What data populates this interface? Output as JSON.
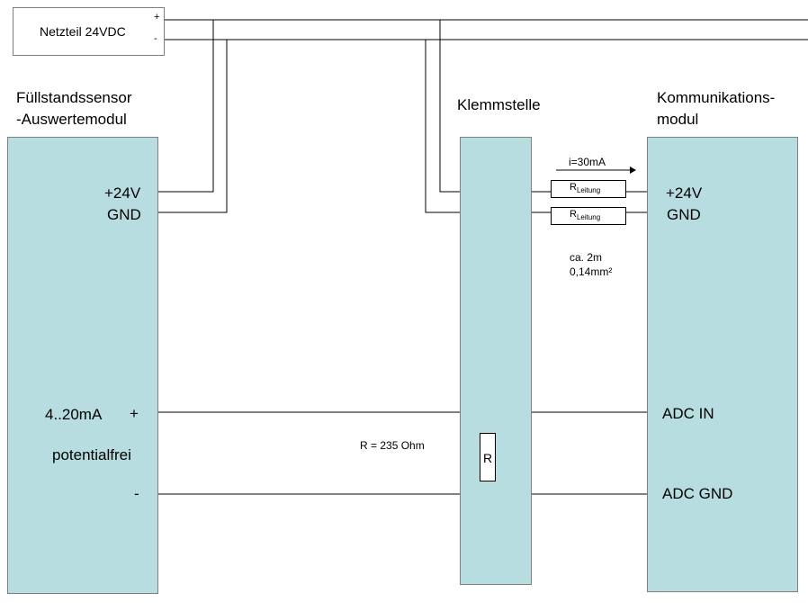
{
  "power_supply": {
    "label": "Netzteil 24VDC",
    "plus": "+",
    "minus": "-"
  },
  "sensor_module": {
    "title_line1": "Füllstandssensor",
    "title_line2": "-Auswertemodul",
    "pin_24v": "+24V",
    "pin_gnd": "GND",
    "signal": "4..20mA",
    "signal_plus": "+",
    "isolation": "potentialfrei",
    "signal_minus": "-"
  },
  "terminal_block": {
    "title": "Klemmstelle",
    "resistor_label": "R"
  },
  "comm_module": {
    "title_line1": "Kommunikations-",
    "title_line2": "modul",
    "pin_24v": "+24V",
    "pin_gnd": "GND",
    "adc_in": "ADC IN",
    "adc_gnd": "ADC  GND"
  },
  "line_resistor": {
    "main": "R",
    "subscript": "Leitung"
  },
  "annotations": {
    "current": "i=30mA",
    "cable_length": "ca. 2m",
    "cable_cross_section": "0,14mm²",
    "resistor_value": "R = 235 Ohm"
  }
}
